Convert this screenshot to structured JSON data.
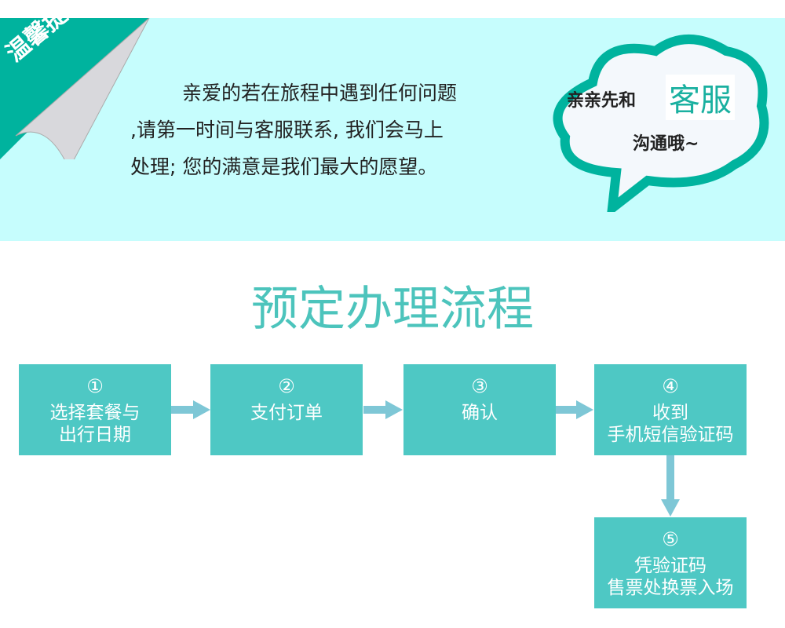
{
  "banner": {
    "corner_label": "温馨提示",
    "message_lines": [
      "亲爱的若在旅程中遇到任何问题",
      ",请第一时间与客服联系, 我们会马上",
      "处理; 您的满意是我们最大的愿望。"
    ],
    "bubble": {
      "line1": "亲亲先和",
      "highlight": "客服",
      "line2": "沟通哦~"
    }
  },
  "title": "预定办理流程",
  "steps": [
    {
      "num": "①",
      "lines": [
        "选择套餐与",
        "出行日期"
      ]
    },
    {
      "num": "②",
      "lines": [
        "支付订单"
      ]
    },
    {
      "num": "③",
      "lines": [
        "确认"
      ]
    },
    {
      "num": "④",
      "lines": [
        "收到",
        "手机短信验证码"
      ]
    },
    {
      "num": "⑤",
      "lines": [
        "凭验证码",
        "售票处换票入场"
      ]
    }
  ],
  "colors": {
    "banner_bg": "#c6fdfd",
    "accent": "#00b39e",
    "box": "#4ec8c4",
    "arrow": "#7ec7d6"
  }
}
